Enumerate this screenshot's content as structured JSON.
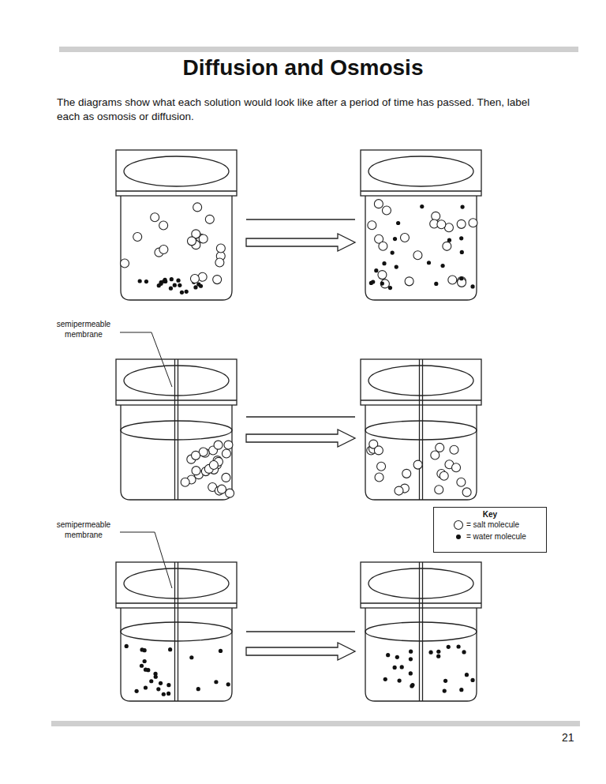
{
  "diagram": {
    "title": "Diffusion and Osmosis",
    "labels": [
      "The diagrams show what each solution would look like after a period of time has passed. Then, label each as osmosis or diffusion.",
      "semipermeable membrane",
      "semipermeable membrane",
      "Key",
      "21"
    ],
    "legend": [
      {
        "text": "= salt molecule"
      },
      {
        "text": "= water molecule"
      }
    ]
  }
}
